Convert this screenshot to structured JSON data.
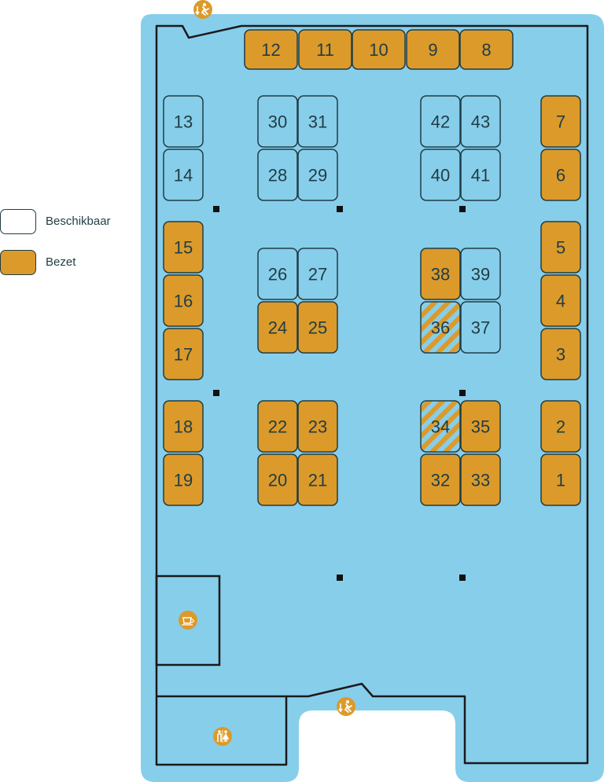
{
  "legend": {
    "available": {
      "label": "Beschikbaar",
      "color": "#ffffff"
    },
    "occupied": {
      "label": "Bezet",
      "color": "#dc9a2a"
    }
  },
  "colors": {
    "floor": "#87ceeb",
    "seat_available": "#87ceeb",
    "seat_occupied": "#dc9a2a",
    "outline": "#1f3d44",
    "icon": "#dc9a2a"
  },
  "icons": {
    "emergency_exit": "emergency-exit-icon",
    "coffee": "coffee-cup-icon",
    "toilet": "toilet-icon"
  },
  "seats": [
    {
      "label": "12",
      "status": "occupied"
    },
    {
      "label": "11",
      "status": "occupied"
    },
    {
      "label": "10",
      "status": "occupied"
    },
    {
      "label": "9",
      "status": "occupied"
    },
    {
      "label": "8",
      "status": "occupied"
    },
    {
      "label": "13",
      "status": "available"
    },
    {
      "label": "14",
      "status": "available"
    },
    {
      "label": "30",
      "status": "available"
    },
    {
      "label": "31",
      "status": "available"
    },
    {
      "label": "28",
      "status": "available"
    },
    {
      "label": "29",
      "status": "available"
    },
    {
      "label": "42",
      "status": "available"
    },
    {
      "label": "43",
      "status": "available"
    },
    {
      "label": "40",
      "status": "available"
    },
    {
      "label": "41",
      "status": "available"
    },
    {
      "label": "7",
      "status": "occupied"
    },
    {
      "label": "6",
      "status": "occupied"
    },
    {
      "label": "15",
      "status": "occupied"
    },
    {
      "label": "16",
      "status": "occupied"
    },
    {
      "label": "17",
      "status": "occupied"
    },
    {
      "label": "26",
      "status": "available"
    },
    {
      "label": "27",
      "status": "available"
    },
    {
      "label": "24",
      "status": "occupied"
    },
    {
      "label": "25",
      "status": "occupied"
    },
    {
      "label": "38",
      "status": "occupied"
    },
    {
      "label": "39",
      "status": "available"
    },
    {
      "label": "36",
      "status": "partial"
    },
    {
      "label": "37",
      "status": "available"
    },
    {
      "label": "5",
      "status": "occupied"
    },
    {
      "label": "4",
      "status": "occupied"
    },
    {
      "label": "3",
      "status": "occupied"
    },
    {
      "label": "18",
      "status": "occupied"
    },
    {
      "label": "19",
      "status": "occupied"
    },
    {
      "label": "22",
      "status": "occupied"
    },
    {
      "label": "23",
      "status": "occupied"
    },
    {
      "label": "20",
      "status": "occupied"
    },
    {
      "label": "21",
      "status": "occupied"
    },
    {
      "label": "34",
      "status": "partial"
    },
    {
      "label": "35",
      "status": "occupied"
    },
    {
      "label": "32",
      "status": "occupied"
    },
    {
      "label": "33",
      "status": "occupied"
    },
    {
      "label": "2",
      "status": "occupied"
    },
    {
      "label": "1",
      "status": "occupied"
    }
  ]
}
